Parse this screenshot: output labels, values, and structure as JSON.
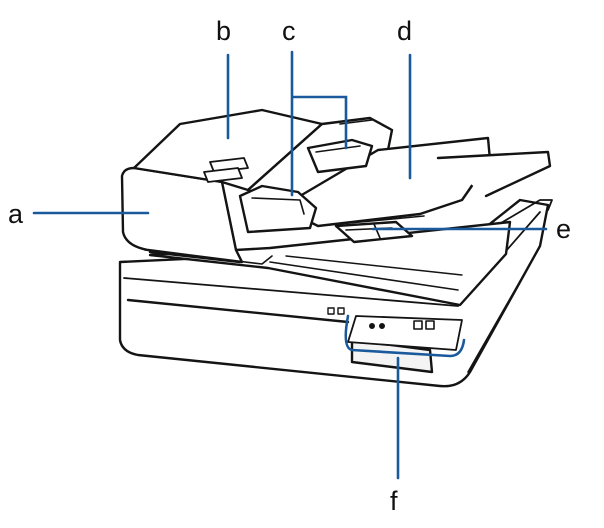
{
  "callouts": [
    {
      "id": "a",
      "label": "a"
    },
    {
      "id": "b",
      "label": "b"
    },
    {
      "id": "c",
      "label": "c"
    },
    {
      "id": "d",
      "label": "d"
    },
    {
      "id": "e",
      "label": "e"
    },
    {
      "id": "f",
      "label": "f"
    }
  ],
  "colors": {
    "callout_line": "#1a5a9c",
    "outline": "#141414",
    "body_fill": "#ffffff",
    "shade": "#e9e9e9"
  }
}
